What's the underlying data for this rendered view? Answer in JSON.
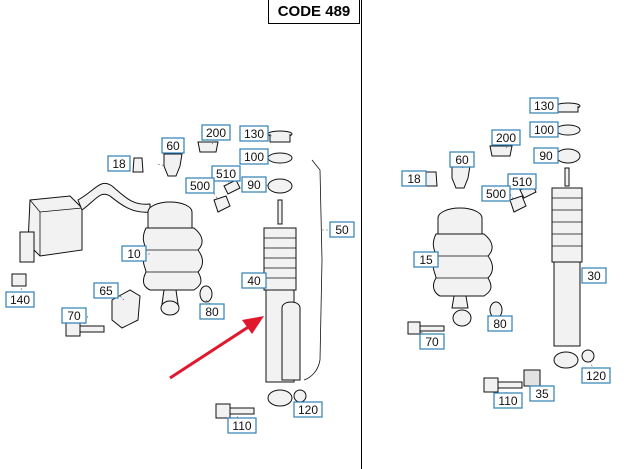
{
  "header": {
    "code_label": "CODE 489"
  },
  "left_callouts": [
    "18",
    "60",
    "200",
    "130",
    "100",
    "510",
    "500",
    "90",
    "10",
    "40",
    "50",
    "140",
    "65",
    "70",
    "80",
    "110",
    "120"
  ],
  "right_callouts": [
    "130",
    "100",
    "200",
    "60",
    "90",
    "18",
    "510",
    "500",
    "15",
    "30",
    "70",
    "80",
    "110",
    "35",
    "120"
  ],
  "colors": {
    "label_border": "#2f7fb5",
    "arrow": "#e0182d",
    "line": "#111111"
  }
}
